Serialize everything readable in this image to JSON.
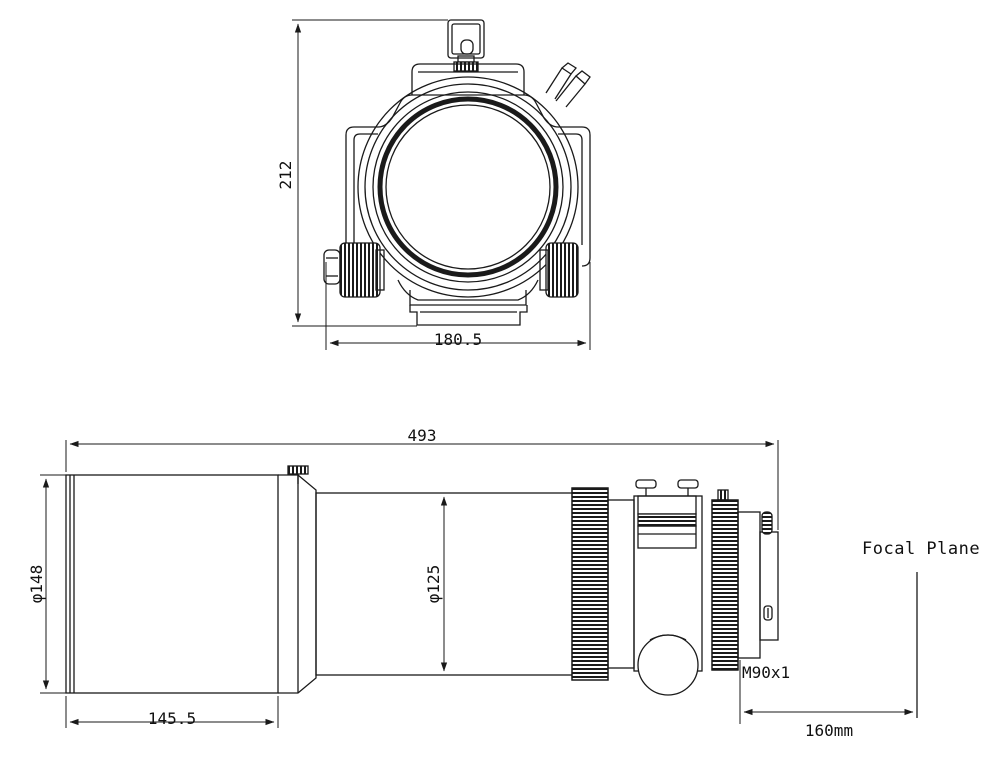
{
  "colors": {
    "line": "#1a1a1a",
    "background": "#ffffff",
    "dark_fill": "#1a1a1a"
  },
  "front_view": {
    "height_dim": "212",
    "width_dim": "180.5"
  },
  "side_view": {
    "length_dim": "493",
    "dew_shield_diameter": "φ148",
    "tube_diameter": "φ125",
    "dew_shield_length": "145.5",
    "thread_label": "M90x1",
    "focal_plane_label": "Focal Plane",
    "back_focus_dim": "160mm"
  }
}
